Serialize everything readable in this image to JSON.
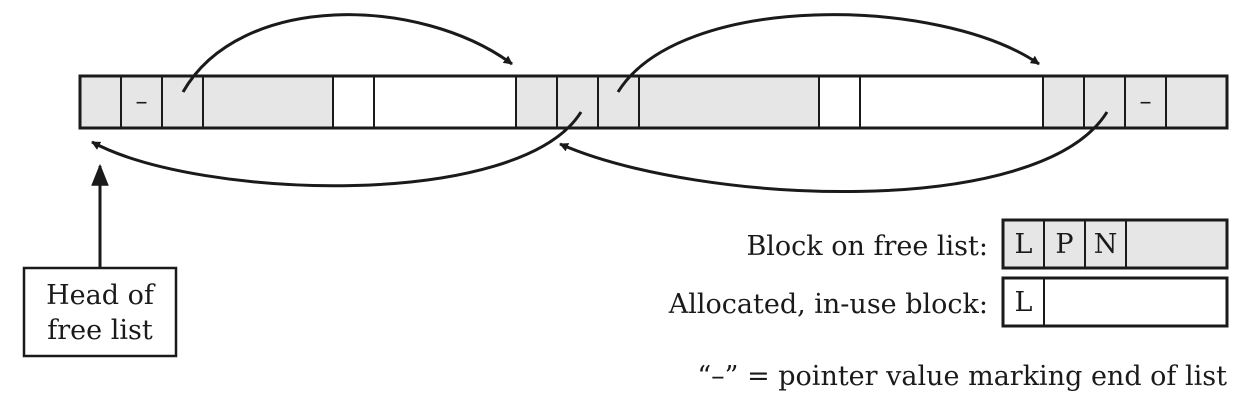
{
  "memory": {
    "end_marker": "–"
  },
  "head_box": {
    "line1": "Head of",
    "line2": "free list"
  },
  "legend": {
    "free_label": "Block on free list:",
    "free_cells": [
      "L",
      "P",
      "N"
    ],
    "used_label": "Allocated, in-use block:",
    "used_cells": [
      "L"
    ],
    "note": "“–” = pointer value marking end of list"
  },
  "colors": {
    "free_fill": "#e6e6e6",
    "used_fill": "#ffffff",
    "stroke": "#1a1a1a"
  }
}
